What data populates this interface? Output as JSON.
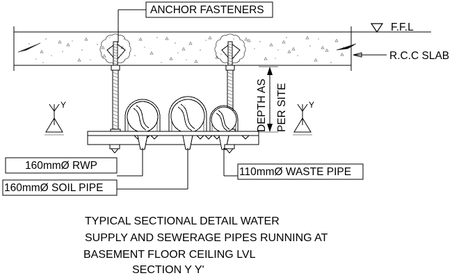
{
  "drawing": {
    "labels": {
      "anchor_fasteners": "ANCHOR FASTENERS",
      "ffl": "F.F.L",
      "rcc_slab": "R.C.C SLAB",
      "depth_line1": "DEPTH AS",
      "depth_line2": "PER SITE",
      "rwp": "160mmØ RWP",
      "soil_pipe": "160mmØ SOIL PIPE",
      "waste_pipe": "110mmØ WASTE PIPE",
      "section_marker_left": "Y",
      "section_marker_right": "Y"
    },
    "title": {
      "line1": "TYPICAL SECTIONAL DETAIL WATER",
      "line2": "SUPPLY  AND SEWERAGE PIPES RUNNING AT",
      "line3": "BASEMENT  FLOOR CEILING LVL",
      "line4": "SECTION Y Y'"
    },
    "colors": {
      "line": "#000000",
      "hatch": "#777777",
      "background": "#ffffff"
    }
  }
}
